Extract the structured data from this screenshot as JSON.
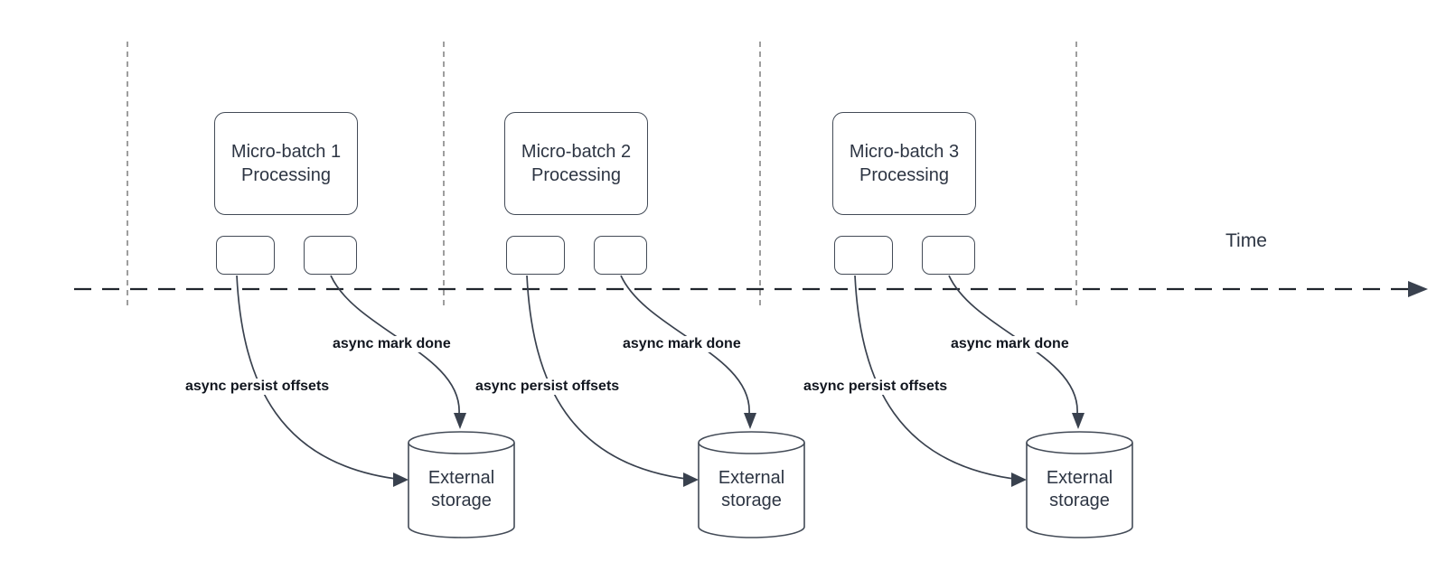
{
  "time_axis": {
    "label": "Time"
  },
  "groups": [
    {
      "title_line1": "Micro-batch 1",
      "title_line2": "Processing",
      "persist_label": "async persist offsets",
      "mark_done_label": "async mark done",
      "storage_line1": "External",
      "storage_line2": "storage"
    },
    {
      "title_line1": "Micro-batch 2",
      "title_line2": "Processing",
      "persist_label": "async persist offsets",
      "mark_done_label": "async mark done",
      "storage_line1": "External",
      "storage_line2": "storage"
    },
    {
      "title_line1": "Micro-batch 3",
      "title_line2": "Processing",
      "persist_label": "async persist offsets",
      "mark_done_label": "async mark done",
      "storage_line1": "External",
      "storage_line2": "storage"
    }
  ],
  "colors": {
    "node_stroke": "#434b57",
    "node_text": "#2d3543",
    "label_text": "#11161f",
    "timeline": "#20252d",
    "guide": "#9e9e9e",
    "arrow": "#39414e",
    "background": "#ffffff"
  }
}
